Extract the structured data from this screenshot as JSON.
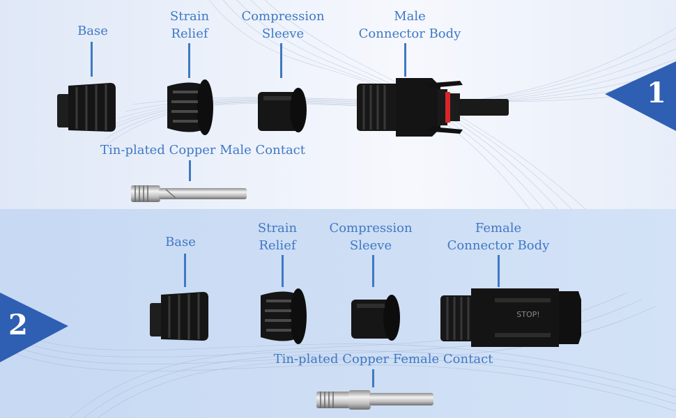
{
  "panel1": {
    "number": "1",
    "labels": {
      "base": "Base",
      "strain_relief_line1": "Strain",
      "strain_relief_line2": "Relief",
      "compression_sleeve_line1": "Compression",
      "compression_sleeve_line2": "Sleeve",
      "connector_body_line1": "Male",
      "connector_body_line2": "Connector Body",
      "contact": "Tin-plated Copper Male Contact"
    }
  },
  "panel2": {
    "number": "2",
    "labels": {
      "base": "Base",
      "strain_relief_line1": "Strain",
      "strain_relief_line2": "Relief",
      "compression_sleeve_line1": "Compression",
      "compression_sleeve_line2": "Sleeve",
      "connector_body_line1": "Female",
      "connector_body_line2": "Connector Body",
      "contact": "Tin-plated Copper Female Contact",
      "body_marking": "STOP!"
    }
  },
  "colors": {
    "label": "#3f78c4",
    "marker": "#2f5fb3",
    "panel1_bg": "#f2f6fc",
    "panel2_bg": "#cfdff5",
    "part": "#151515",
    "seal": "#d8262b"
  }
}
